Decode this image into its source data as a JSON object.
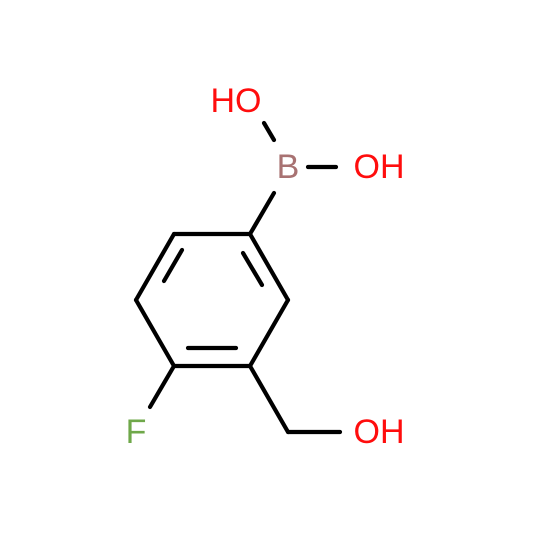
{
  "molecule": {
    "atoms": {
      "ho_top": {
        "text": "HO",
        "color": "#ff0d0d"
      },
      "boron": {
        "text": "B",
        "color": "#a87272"
      },
      "oh_right": {
        "text": "OH",
        "color": "#ff0d0d"
      },
      "oh_bottom": {
        "text": "OH",
        "color": "#ff0d0d"
      },
      "fluorine": {
        "text": "F",
        "color": "#6fa84a"
      }
    }
  }
}
